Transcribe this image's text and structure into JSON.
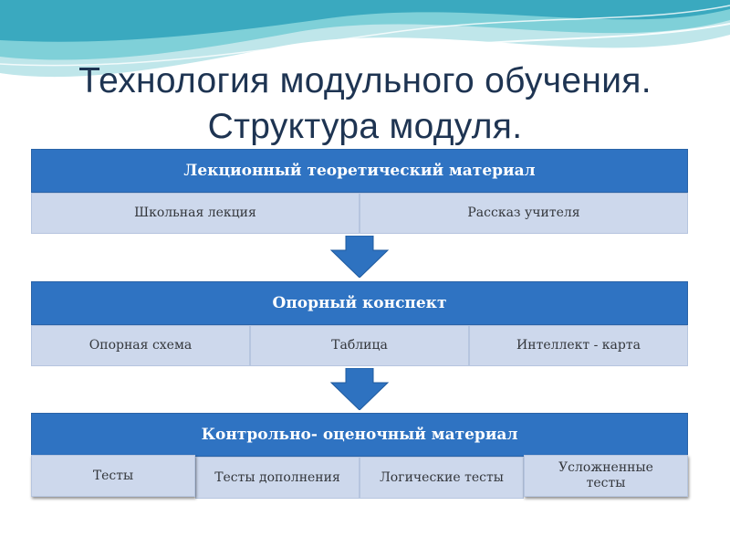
{
  "title": {
    "line1": "Технология модульного обучения.",
    "line2": "Структура модуля."
  },
  "blocks": [
    {
      "header": "Лекционный теоретический материал",
      "cells": [
        "Школьная лекция",
        "Рассказ учителя"
      ]
    },
    {
      "header": "Опорный конспект",
      "cells": [
        "Опорная схема",
        "Таблица",
        "Интеллект - карта"
      ]
    },
    {
      "header": "Контрольно- оценочный материал",
      "cells": [
        "Тесты",
        "Тесты дополнения",
        "Логические тесты",
        "Усложненные тесты"
      ]
    }
  ],
  "colors": {
    "header_blue": "#2f73c2",
    "cell_fill": "#cdd8ec",
    "arrow_blue": "#2e72c0",
    "title_text": "#1e3452"
  }
}
